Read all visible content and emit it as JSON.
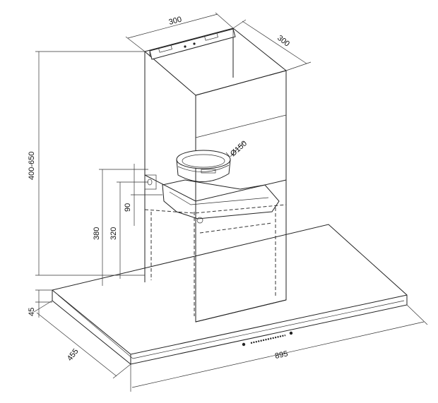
{
  "dimensions": {
    "chimney_width": "300",
    "chimney_depth": "300",
    "duct_diameter": "Ø150",
    "chimney_height_range": "400-650",
    "bracket_height_380": "380",
    "bracket_height_320": "320",
    "bracket_offset_90": "90",
    "canopy_thickness": "45",
    "canopy_depth": "455",
    "canopy_width": "895"
  },
  "colors": {
    "line": "#222222",
    "background": "#ffffff"
  }
}
